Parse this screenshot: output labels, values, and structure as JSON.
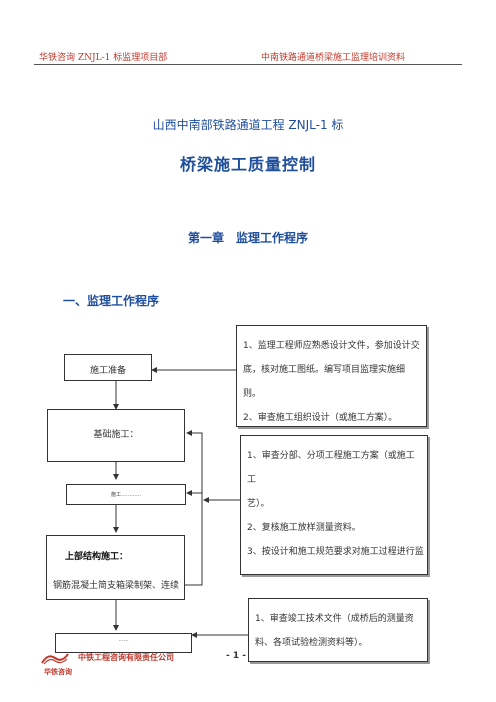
{
  "header": {
    "left": "华铁咨询 ZNJL-1 标监理项目部",
    "right": "中南铁路通道桥梁施工监理培训资料"
  },
  "document": {
    "project_title": "山西中南部铁路通道工程 ZNJL-1 标",
    "main_title": "桥梁施工质量控制",
    "chapter_title": "第一章　监理工作程序",
    "section_title": "一、监理工作程序"
  },
  "flowchart": {
    "steps": [
      {
        "label": "施工准备"
      },
      {
        "label": "基础施工："
      },
      {
        "label": "施工…………"
      },
      {
        "label_line1": "上部结构施工：",
        "label_line2": "钢筋混凝土简支箱梁制架、连续"
      },
      {
        "label": "……"
      }
    ],
    "notes": [
      {
        "lines": [
          "1、监理工程师应熟悉设计文件，参加设计交",
          "底，核对施工图纸。编写项目监理实施细则。",
          "2、审查施工组织设计（或施工方案）。"
        ]
      },
      {
        "lines": [
          "1、审查分部、分项工程施工方案（或施工工",
          "艺）。",
          "2、复核施工放样测量资料。",
          "3、按设计和施工规范要求对施工过程进行监"
        ]
      },
      {
        "lines": [
          "1、审查竣工技术文件（成桥后的测量资",
          "料、各项试验检测资料等）。"
        ]
      }
    ]
  },
  "footer": {
    "logo_text": "华铁咨询",
    "company": "中铁工程咨询有限责任公司",
    "page_marker": "- 1 -"
  },
  "colors": {
    "header_red": "#c0392b",
    "title_blue": "#1f4e9c"
  }
}
